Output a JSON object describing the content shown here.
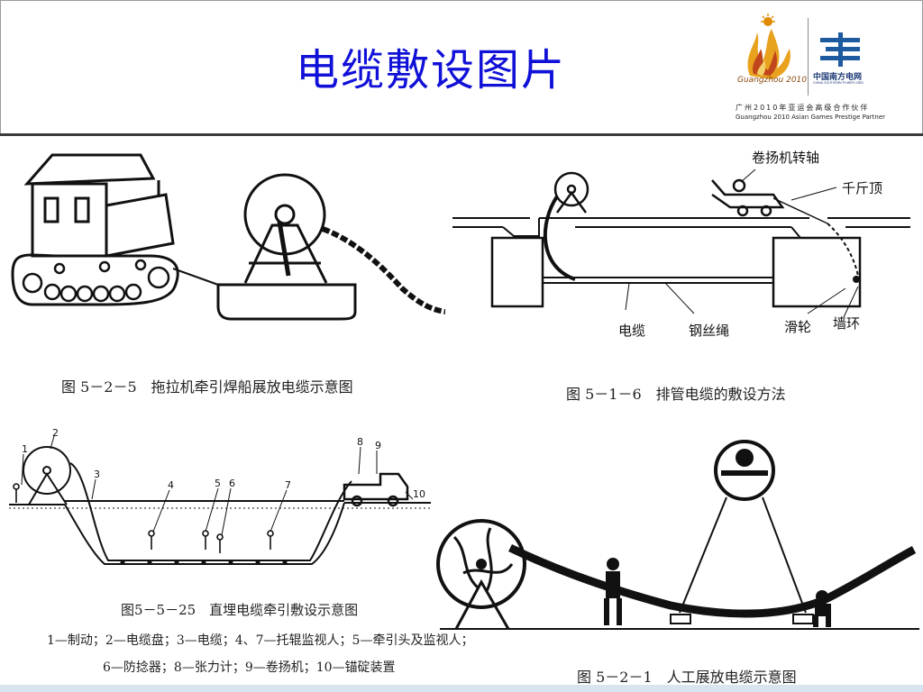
{
  "title": "电缆敷设图片",
  "logo": {
    "games_text": "Guangzhou 2010",
    "company_cn": "中国南方电网",
    "company_en": "CHINA SOUTHERN POWER GRID",
    "partner_cn": "广州2010年亚运会高级合作伙伴",
    "partner_en": "Guangzhou 2010 Asian Games Prestige Partner"
  },
  "figures": {
    "tractor": {
      "caption": "图 5－2－5　拖拉机牵引焊船展放电缆示意图"
    },
    "duct": {
      "caption": "图 5－1－6　排管电缆的敷设方法",
      "labels": {
        "winch_shaft": "卷扬机转轴",
        "jack": "千斤顶",
        "cable": "电缆",
        "wire_rope": "钢丝绳",
        "pulley": "滑轮",
        "wall_ring": "墙环"
      }
    },
    "trench": {
      "caption": "图5－5－25　直埋电缆牵引敷设示意图",
      "numbers": [
        "1",
        "2",
        "3",
        "4",
        "5",
        "6",
        "7",
        "8",
        "9",
        "10"
      ],
      "legend_line1": "1—制动；2—电缆盘；3—电缆；4、7—托辊监视人；5—牵引头及监视人；",
      "legend_line2": "6—防捻器；8—张力计；9—卷扬机；10—锚碇装置"
    },
    "manual": {
      "caption": "图 5－2－1　人工展放电缆示意图"
    }
  }
}
